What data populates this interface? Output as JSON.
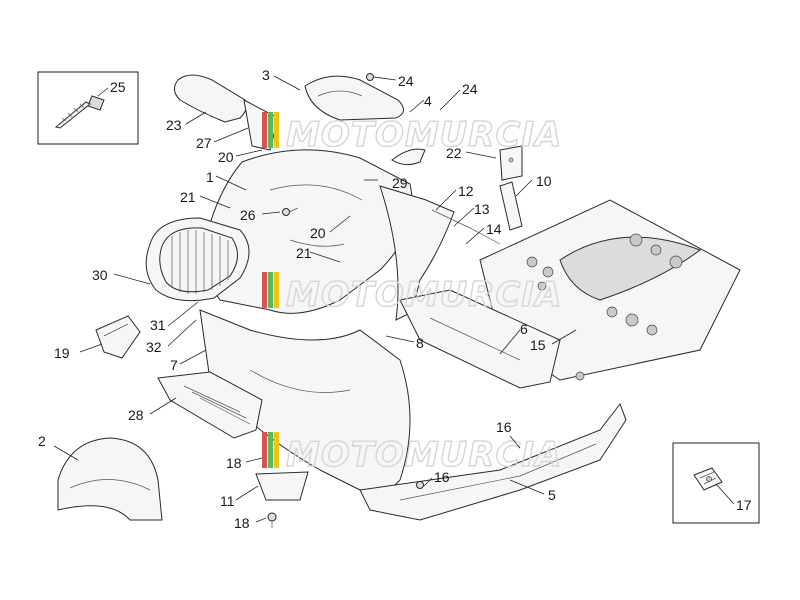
{
  "diagram": {
    "watermark_text": "MOTOMURCIA",
    "watermark_colors": {
      "red": "#d9534f",
      "green": "#5cb85c",
      "yellow": "#f0c419",
      "outline": "#d6d6d6"
    },
    "callouts": [
      "25",
      "3",
      "24",
      "24",
      "4",
      "23",
      "27",
      "20",
      "22",
      "10",
      "1",
      "29",
      "12",
      "21",
      "26",
      "13",
      "20",
      "14",
      "21",
      "30",
      "8",
      "6",
      "15",
      "31",
      "32",
      "19",
      "7",
      "28",
      "16",
      "2",
      "18",
      "16",
      "5",
      "11",
      "17",
      "18"
    ]
  }
}
